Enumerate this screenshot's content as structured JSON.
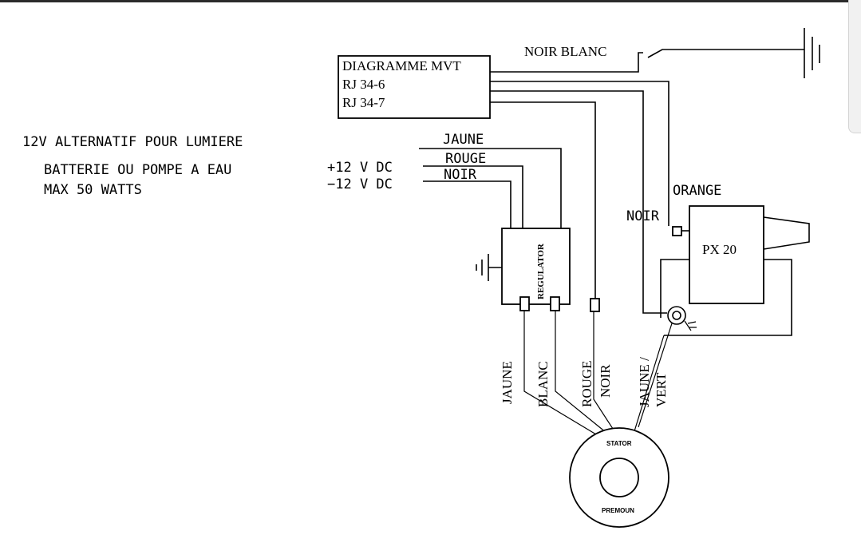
{
  "labels": {
    "mvt_title": "DIAGRAMME MVT",
    "mvt_rj1": "RJ 34-6",
    "mvt_rj2": "RJ 34-7",
    "noir_blanc": "NOIR BLANC",
    "alt_line1": "12V ALTERNATIF POUR LUMIERE",
    "alt_line2": "BATTERIE OU POMPE A EAU",
    "alt_line3": "MAX 50 WATTS",
    "plus12": "+12 V DC",
    "minus12": "−12 V DC",
    "jaune_top": "JAUNE",
    "rouge_top": "ROUGE",
    "noir_top": "NOIR",
    "orange": "ORANGE",
    "noir_right": "NOIR",
    "px20": "PX 20",
    "regulator": "REGULATOR",
    "w_jaune": "JAUNE",
    "w_blanc": "BLANC",
    "w_rouge": "ROUGE",
    "w_noir": "NOIR",
    "w_jaune_vert1": "JAUNE /",
    "w_jaune_vert2": "VERT",
    "stator": "STATOR",
    "premoun": "PREMOUN"
  },
  "icons": [
    "ground-symbol",
    "ground-symbol",
    "spark-plug-cap-icon",
    "ignition-coil-icon"
  ],
  "colors": {
    "line": "#000000",
    "background": "#ffffff",
    "top_strip": "#2b2b2b",
    "scroll_tab": "#f1f1f1"
  }
}
